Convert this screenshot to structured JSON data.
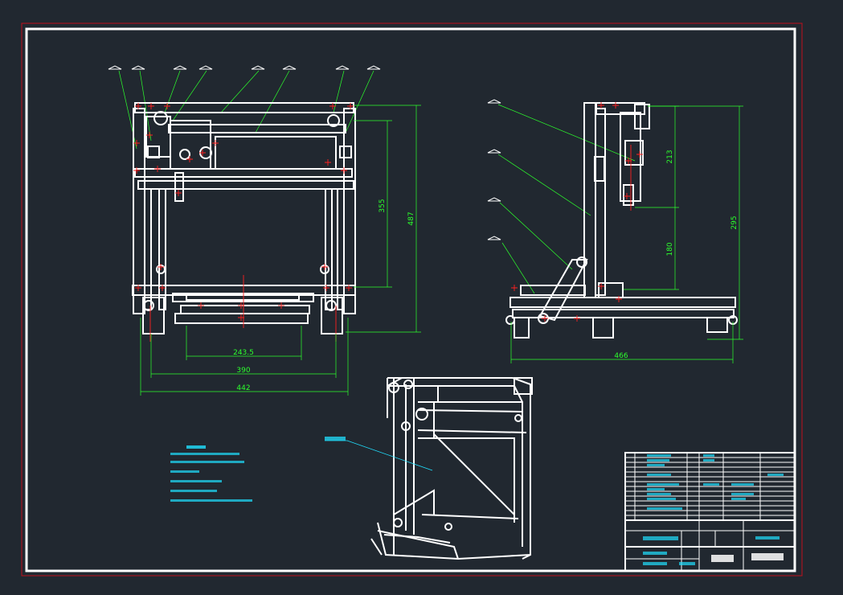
{
  "dimensions": {
    "front": [
      "355",
      "487",
      "243.5",
      "390",
      "442"
    ],
    "side": [
      "213",
      "180",
      "295",
      "466"
    ]
  },
  "colors": {
    "background": "#212830",
    "geometry": "#ffffff",
    "dimension": "#2cff2c",
    "annotation": "#20e0ff",
    "centerline": "#ff2020",
    "outer_border": "#c0101c"
  }
}
